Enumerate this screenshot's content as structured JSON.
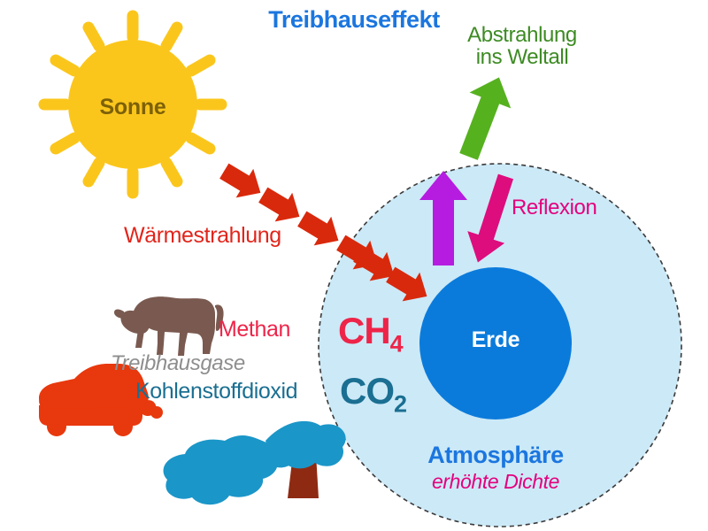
{
  "diagram": {
    "title": "Treibhauseffekt",
    "background_color": "#ffffff"
  },
  "sun": {
    "label": "Sonne",
    "body_color": "#fbc61c",
    "ray_color": "#fbc61c",
    "label_color": "#7d6108",
    "ray_count": 12
  },
  "radiation": {
    "incoming": {
      "label": "Wärmestrahlung",
      "color": "#d9290c",
      "arrow_count": 6,
      "direction": "sun-to-earth"
    },
    "outgoing_space": {
      "label_line1": "Abstrahlung",
      "label_line2": "ins Weltall",
      "label_color": "#3d8b23",
      "arrow_color": "#56b11f",
      "direction": "up-right"
    },
    "upward": {
      "arrow_color": "#b51ce0",
      "direction": "up"
    },
    "reflection": {
      "label": "Reflexion",
      "color": "#e4007e",
      "arrow_color": "#dd0d7e",
      "direction": "down-right"
    }
  },
  "atmosphere": {
    "label": "Atmosphäre",
    "sublabel": "erhöhte Dichte",
    "fill_color": "#cce9f7",
    "border_color": "#3a3a3a",
    "border_style": "dashed",
    "label_color": "#1b76df",
    "sublabel_color": "#e4007e"
  },
  "earth": {
    "label": "Erde",
    "fill_color": "#0b7bdb",
    "label_color": "#ffffff"
  },
  "greenhouse_gases": {
    "group_label": "Treibhausgase",
    "group_label_color": "#8e8e8e",
    "methane": {
      "name": "Methan",
      "formula_main": "CH",
      "formula_sub": "4",
      "color": "#ee2449",
      "source_icon": "cow-icon",
      "source_color": "#7a5a50"
    },
    "carbon_dioxide": {
      "name": "Kohlenstoffdioxid",
      "formula_main": "CO",
      "formula_sub": "2",
      "color": "#1a6f92",
      "source_icons": [
        "car-icon",
        "factory-chimney-icon"
      ],
      "car_color": "#e8380d",
      "smoke_color": "#1b96c8",
      "chimney_color": "#8e2a12"
    }
  }
}
